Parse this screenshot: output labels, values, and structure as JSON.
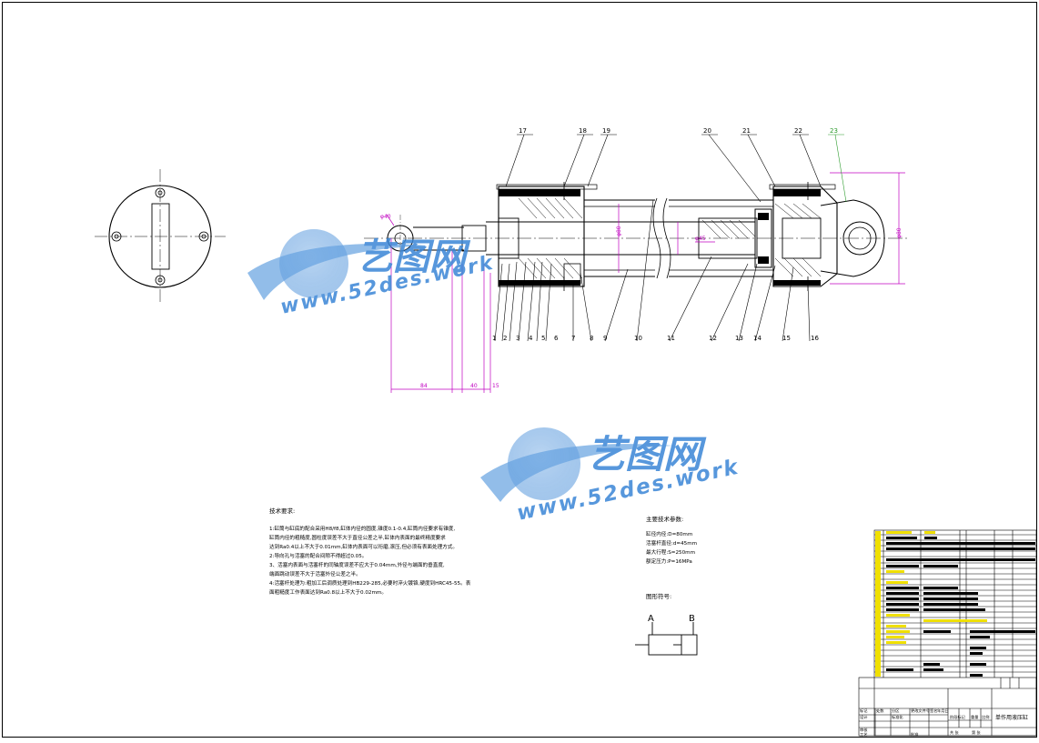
{
  "watermark": {
    "brand": "艺图网",
    "url": "www.52des.work"
  },
  "part_numbers": [
    "1",
    "2",
    "3",
    "4",
    "5",
    "6",
    "7",
    "8",
    "9",
    "10",
    "11",
    "12",
    "13",
    "14",
    "15",
    "16",
    "17",
    "18",
    "19",
    "20",
    "21",
    "22",
    "23"
  ],
  "dimensions": [
    "84",
    "40",
    "15",
    "φ40",
    "φ45",
    "φ80",
    "φ80"
  ],
  "technical_requirements": {
    "title": "技术要求:",
    "lines": [
      "1:缸筒与缸底的配合采用H8/f8,缸体内径的圆度,锥度0.1-0.4,缸筒内径要求有锥度,",
      "  缸筒内径的粗糙度,圆柱度误差不大于直径公差之半,缸体内表面的最终精度要求",
      "  达到Ra0.4以上不大于0.01mm,缸体内表面可以珩磨,滚压,但必须有表面处理方式。",
      "2:导向孔与活塞的配合间隙不得超过0.05。",
      "3、活塞内表面与活塞杆的同轴度误差不应大于0.04mm,外径与端面的垂直度,",
      "  端面跳动误差不大于活塞外径公差之半。",
      "4:活塞杆处理为:粗加工后调质处理到HB229-285,必要时淬火镀铬,硬度到HRC45-55。表",
      "  面粗糙度工作表面达到Ra0.8以上不大于0.02mm。"
    ]
  },
  "main_parameters": {
    "title": "主要技术参数:",
    "lines": [
      "缸径内径:D=80mm",
      "活塞杆直径:d=45mm",
      "最大行程:S=250mm",
      "额定压力:P=16MPa"
    ]
  },
  "hydraulic_symbol": {
    "title": "图形符号:",
    "port_a": "A",
    "port_b": "B"
  },
  "title_block": {
    "drawing_name": "单作用液压缸",
    "labels": [
      "标记",
      "处数",
      "分区",
      "更改文件号",
      "签名",
      "年月日",
      "设计",
      "标准化",
      "审核",
      "工艺",
      "批准",
      "阶段标记",
      "重量",
      "比例",
      "共 张",
      "第 张"
    ]
  }
}
